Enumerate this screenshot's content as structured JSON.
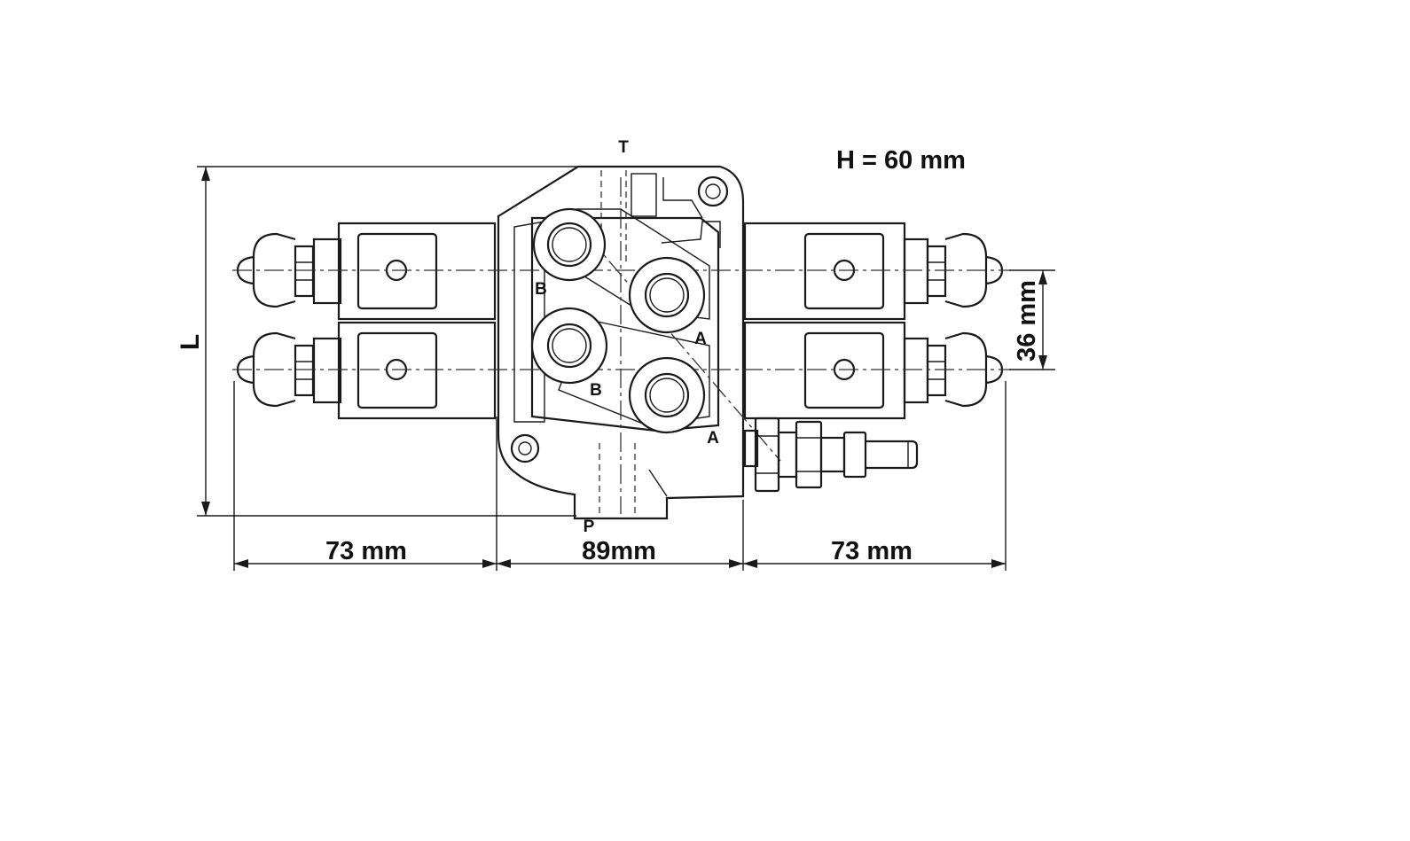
{
  "diagram": {
    "height_note": "H = 60 mm",
    "ports": {
      "tank": "T",
      "pressure": "P",
      "b_upper": "B",
      "a_upper": "A",
      "b_lower": "B",
      "a_lower": "A"
    },
    "dimensions": {
      "overall_length": "L",
      "solenoid_left": "73 mm",
      "valve_body": "89mm",
      "solenoid_right": "73 mm",
      "spool_pitch": "36 mm"
    }
  }
}
